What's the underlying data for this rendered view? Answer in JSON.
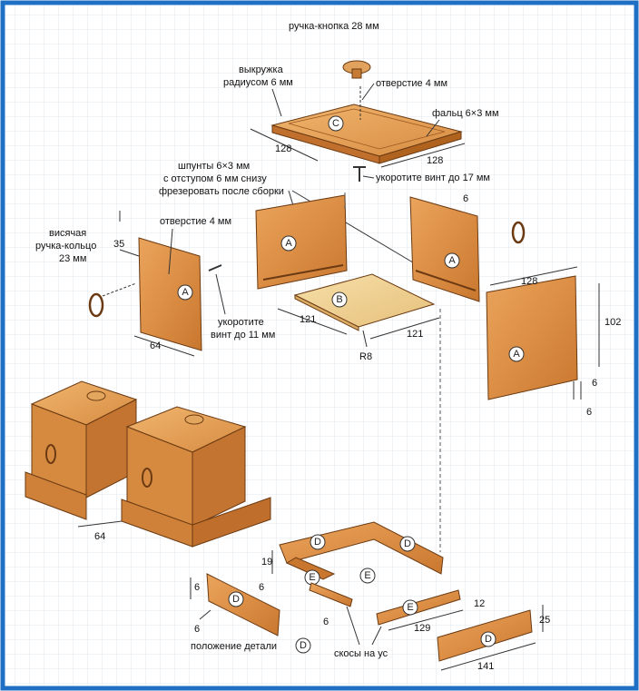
{
  "colors": {
    "frame": "#1f6fc4",
    "grid": "#d9e1ea",
    "wood_light": "#e9a35a",
    "wood_mid": "#d9893f",
    "wood_dark": "#b8692a",
    "panel_b": "#f2d59a",
    "ink": "#111111"
  },
  "labels": {
    "knob": "ручка-кнопка 28 мм",
    "cove_line1": "выкружка",
    "cove_line2": "радиусом 6 мм",
    "hole_top": "отверстие 4 мм",
    "rabbet": "фальц 6×3 мм",
    "shorten_17": "укоротите винт до 17 мм",
    "splines_line1": "шпунты 6×3 мм",
    "splines_line2": "с отступом 6 мм снизу",
    "splines_line3": "фрезеровать после сборки",
    "hole_left": "отверстие 4 мм",
    "ring_line1": "висячая",
    "ring_line2": "ручка-кольцо",
    "ring_line3": "23 мм",
    "shorten_11_line1": "укоротите",
    "shorten_11_line2": "винт до 11 мм",
    "part_position": "положение детали",
    "miters": "скосы на ус"
  },
  "parts": {
    "A": "A",
    "B": "B",
    "C": "C",
    "D": "D",
    "E": "E"
  },
  "dimensions": {
    "lid_w": "128",
    "lid_d": "128",
    "slot_6": "6",
    "side_h_35": "35",
    "side_w_64": "64",
    "bottom_w": "121",
    "bottom_d": "121",
    "radius": "R8",
    "panel_w": "128",
    "panel_h": "102",
    "pin_6a": "6",
    "pin_6b": "6",
    "box_64": "64",
    "base_19": "19",
    "base_6a": "6",
    "base_6b": "6",
    "base_6c": "6",
    "base_6d": "6",
    "e_129": "129",
    "e_12": "12",
    "d_25": "25",
    "d_141": "141"
  }
}
